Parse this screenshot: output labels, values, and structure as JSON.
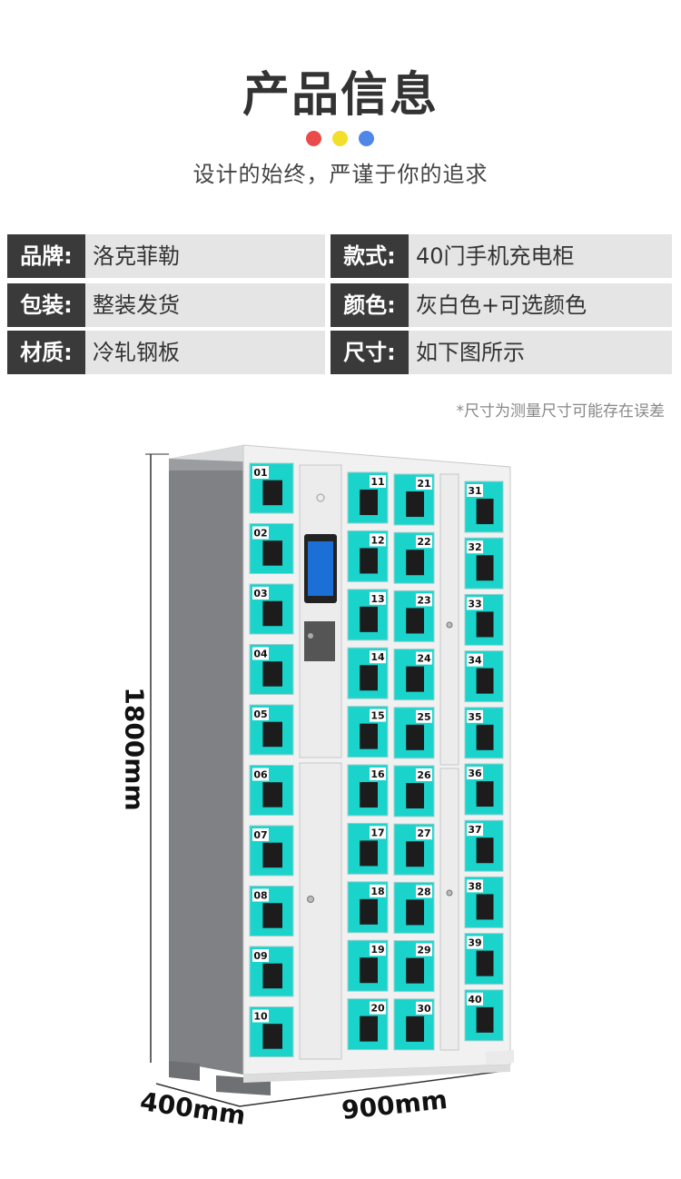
{
  "header": {
    "title": "产品信息",
    "dots": [
      "#e94b4b",
      "#f2df2b",
      "#4f86e8"
    ],
    "subtitle": "设计的始终，严谨于你的追求"
  },
  "specs": [
    {
      "label": "品牌:",
      "value": "洛克菲勒",
      "label2": "款式:",
      "value2": "40门手机充电柜"
    },
    {
      "label": "包装:",
      "value": "整装发货",
      "label2": "颜色:",
      "value2": "灰白色+可选颜色"
    },
    {
      "label": "材质:",
      "value": "冷轧钢板",
      "label2": "尺寸:",
      "value2": "如下图所示"
    }
  ],
  "note": "*尺寸为测量尺寸可能存在误差",
  "product": {
    "height_label": "1800mm",
    "depth_label": "400mm",
    "width_label": "900mm",
    "door_color": "#1ad4cc",
    "column1": [
      "01",
      "02",
      "03",
      "04",
      "05",
      "06",
      "07",
      "08",
      "09",
      "10"
    ],
    "column2": [
      "11",
      "12",
      "13",
      "14",
      "15",
      "16",
      "17",
      "18",
      "19",
      "20"
    ],
    "column3": [
      "21",
      "22",
      "23",
      "24",
      "25",
      "26",
      "27",
      "28",
      "29",
      "30"
    ],
    "column4": [
      "31",
      "32",
      "33",
      "34",
      "35",
      "36",
      "37",
      "38",
      "39",
      "40"
    ]
  }
}
